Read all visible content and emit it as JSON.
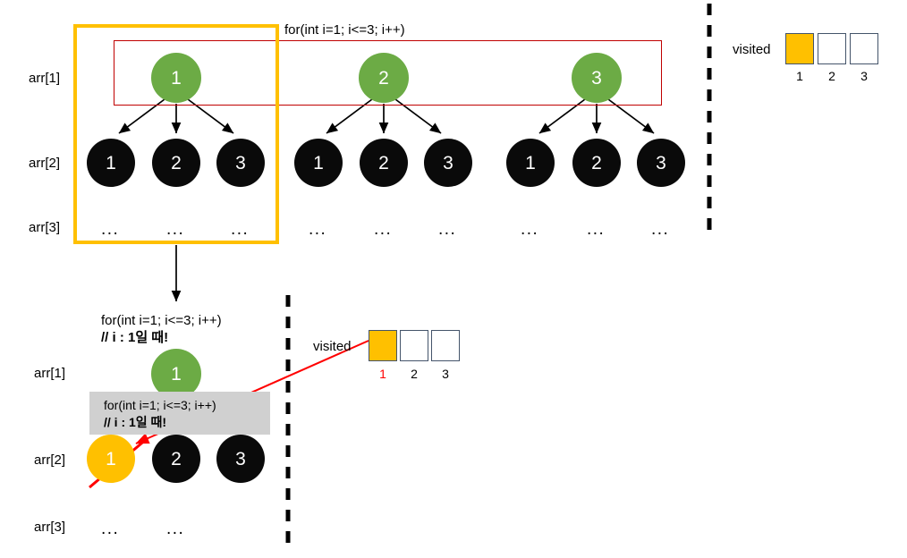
{
  "diagram": {
    "title": "Recursion tree with visited array illustration",
    "colors": {
      "green_node": "#6cab45",
      "black_node": "#0a0a0a",
      "amber": "#ffc000",
      "red": "#ff0000",
      "dark_red": "#c00000",
      "callout_bg": "#d0d0d0",
      "cell_border": "#44546a"
    }
  },
  "top_section": {
    "loop_caption": "for(int i=1; i<=3; i++)",
    "row_labels": [
      "arr[1]",
      "arr[2]",
      "arr[3]"
    ],
    "level1_nodes": [
      "1",
      "2",
      "3"
    ],
    "level2_groups": [
      [
        "1",
        "2",
        "3"
      ],
      [
        "1",
        "2",
        "3"
      ],
      [
        "1",
        "2",
        "3"
      ]
    ],
    "level3_dots": [
      "...",
      "...",
      "...",
      "...",
      "...",
      "...",
      "...",
      "...",
      "..."
    ],
    "highlight_box_name": "yellow-selection-box",
    "red_row_box_name": "red-level1-box"
  },
  "top_visited": {
    "label": "visited",
    "cells": [
      {
        "index": "1",
        "filled": true
      },
      {
        "index": "2",
        "filled": false
      },
      {
        "index": "3",
        "filled": false
      }
    ],
    "index_color": "#000000"
  },
  "bottom_section": {
    "row_labels": [
      "arr[1]",
      "arr[2]",
      "arr[3]"
    ],
    "caption_line1": "for(int i=1; i<=3; i++)",
    "caption_line2": "// i : 1일 때!",
    "callout_line1": "for(int i=1; i<=3; i++)",
    "callout_line2": "//  i : 1일 때!",
    "level1_node": "1",
    "level2_nodes": [
      "1",
      "2",
      "3"
    ],
    "level2_highlighted_index": 0,
    "level3_dots": [
      "...",
      "..."
    ]
  },
  "bottom_visited": {
    "label": "visited",
    "cells": [
      {
        "index": "1",
        "filled": true
      },
      {
        "index": "2",
        "filled": false
      },
      {
        "index": "3",
        "filled": false
      }
    ],
    "index_color_first": "#ff0000"
  }
}
